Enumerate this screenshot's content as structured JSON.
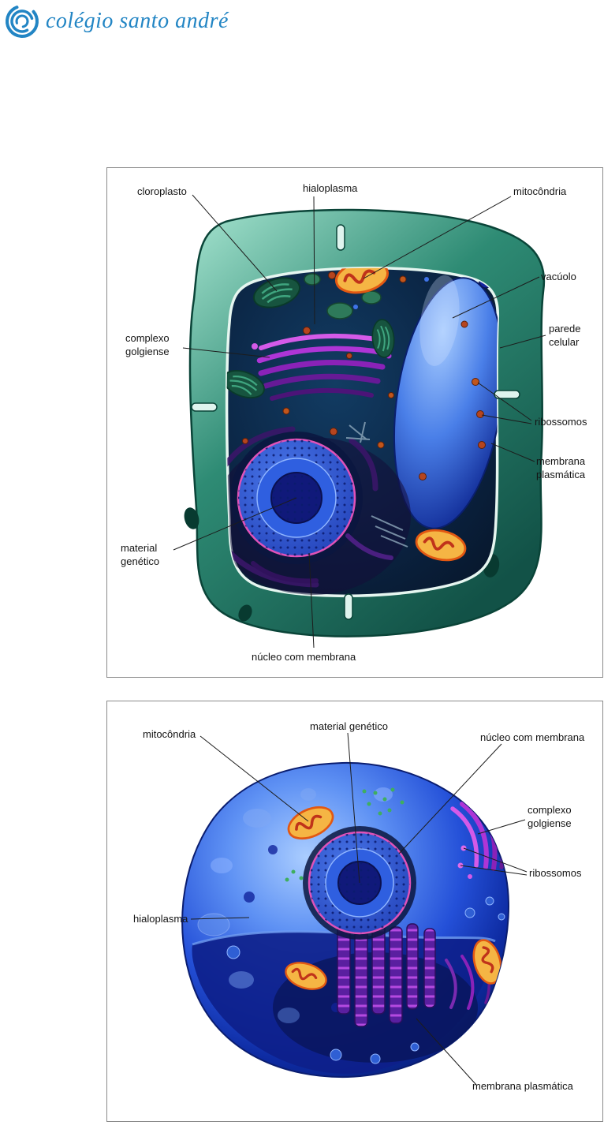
{
  "header": {
    "school_name": "colégio santo andré",
    "logo_icon": "spiral-swirl-icon",
    "brand_color": "#2285c4"
  },
  "figure1": {
    "kind": "plant-cell-diagram",
    "labels": [
      {
        "id": "cloroplasto",
        "text": "cloroplasto"
      },
      {
        "id": "hialoplasma",
        "text": "hialoplasma"
      },
      {
        "id": "mitocondria",
        "text": "mitocôndria"
      },
      {
        "id": "vacuolo",
        "text": "vacúolo"
      },
      {
        "id": "parede-celular",
        "text": "parede\ncelular"
      },
      {
        "id": "complexo-golgiense",
        "text": "complexo\ngolgiense"
      },
      {
        "id": "ribossomos",
        "text": "ribossomos"
      },
      {
        "id": "membrana-plasmatica",
        "text": "membrana\nplasmática"
      },
      {
        "id": "material-genetico",
        "text": "material\ngenético"
      },
      {
        "id": "nucleo-com-membrana",
        "text": "núcleo com membrana"
      }
    ]
  },
  "figure2": {
    "kind": "animal-cell-diagram",
    "labels": [
      {
        "id": "mitocondria",
        "text": "mitocôndria"
      },
      {
        "id": "material-genetico",
        "text": "material genético"
      },
      {
        "id": "nucleo-com-membrana",
        "text": "núcleo com membrana"
      },
      {
        "id": "complexo-golgiense",
        "text": "complexo\ngolgiense"
      },
      {
        "id": "ribossomos",
        "text": "ribossomos"
      },
      {
        "id": "hialoplasma",
        "text": "hialoplasma"
      },
      {
        "id": "membrana-plasmatica",
        "text": "membrana plasmática"
      }
    ]
  },
  "palette": {
    "brand_blue": "#2285c4",
    "cell_wall_green": "#2e8b74",
    "cytoplasm_navy": "#0d2440",
    "vacuole_blue": "#3f73e8",
    "nucleus_blue": "#2a52c4",
    "golgi_magenta": "#ae35d6",
    "mitochondria_orange": "#f5b544",
    "ribosome_red": "#b5451f"
  }
}
